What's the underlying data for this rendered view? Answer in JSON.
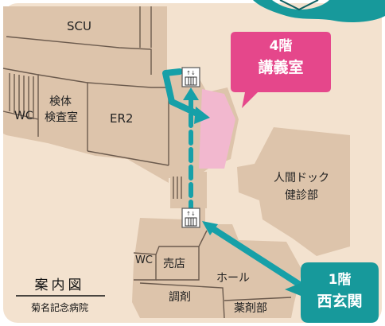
{
  "rooms": {
    "scu": "SCU",
    "wc_upper": "WC",
    "lab_line1": "検体",
    "lab_line2": "検査室",
    "er2": "ER2",
    "dock_line1": "人間ドック",
    "dock_line2": "健診部",
    "wc_lower": "WC",
    "shop": "売店",
    "hall": "ホール",
    "dispensing": "調剤",
    "pharmacy": "薬剤部"
  },
  "callouts": {
    "lecture_floor": "4階",
    "lecture_room": "講義室",
    "entrance_floor": "1階",
    "entrance_name": "西玄関"
  },
  "legend": {
    "title": "案内図",
    "subtitle": "菊名記念病院"
  },
  "icons": {
    "elevator": "elevator-icon"
  },
  "colors": {
    "background": "#f3e2cf",
    "building": "#ddc4ab",
    "room_line": "#6b5a4d",
    "route": "#16a0a8",
    "destination_highlight": "#f2b8cf",
    "pink_callout": "#e5478b",
    "teal_callout": "#17999b"
  }
}
